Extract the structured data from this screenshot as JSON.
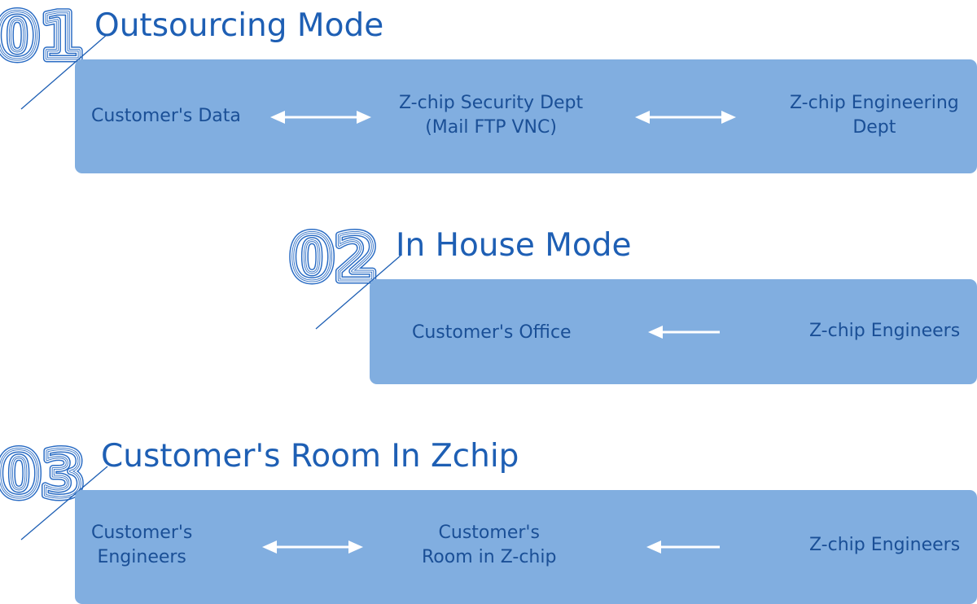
{
  "colors": {
    "title": "#1e5fb4",
    "panel": "#81aee0",
    "node_text": "#1a4f96",
    "arrow": "#ffffff",
    "numeral_stroke": "#2a6cc4"
  },
  "sections": [
    {
      "number": "01",
      "title": "Outsourcing Mode",
      "nodes": [
        {
          "lines": [
            "Customer's Data"
          ]
        },
        {
          "lines": [
            "Z-chip Security Dept",
            "(Mail FTP VNC)"
          ]
        },
        {
          "lines": [
            "Z-chip Engineering",
            "Dept"
          ]
        }
      ],
      "connectors": [
        "bidirectional",
        "bidirectional"
      ]
    },
    {
      "number": "02",
      "title": "In House Mode",
      "nodes": [
        {
          "lines": [
            "Customer's Office"
          ]
        },
        {
          "lines": [
            "Z-chip Engineers"
          ]
        }
      ],
      "connectors": [
        "left"
      ]
    },
    {
      "number": "03",
      "title": "Customer's Room In Zchip",
      "nodes": [
        {
          "lines": [
            "Customer's",
            "Engineers"
          ]
        },
        {
          "lines": [
            "Customer's",
            "Room in Z-chip"
          ]
        },
        {
          "lines": [
            "Z-chip Engineers"
          ]
        }
      ],
      "connectors": [
        "bidirectional",
        "left"
      ]
    }
  ]
}
